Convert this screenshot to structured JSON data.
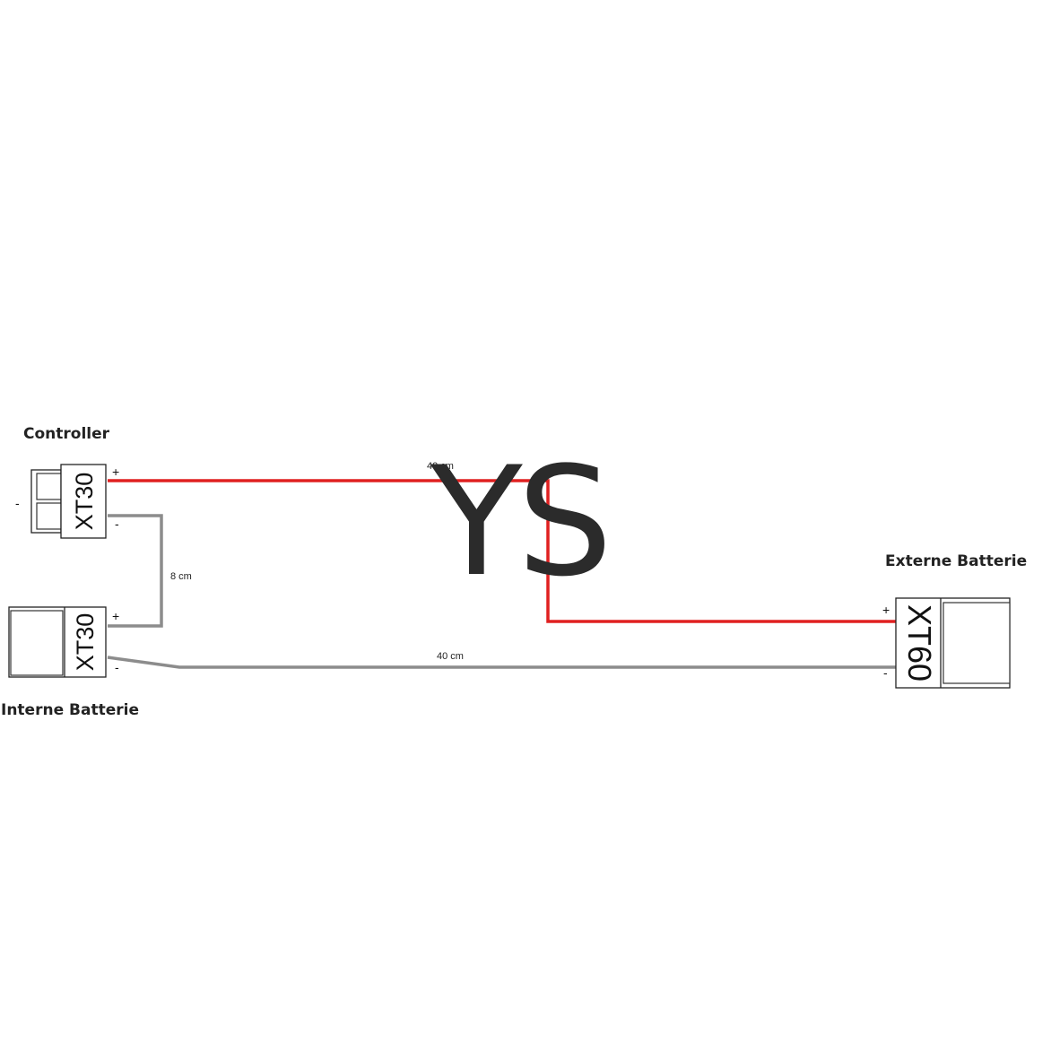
{
  "labels": {
    "controller": "Controller",
    "interne_batterie": "Interne Batterie",
    "externe_batterie": "Externe Batterie"
  },
  "connectors": {
    "controller": "XT30",
    "interne": "XT30",
    "externe": "XT60"
  },
  "polarity": {
    "controller_plus": "+",
    "controller_minus": "-",
    "controller_side": "-",
    "interne_plus": "+",
    "interne_minus": "-",
    "externe_plus": "+",
    "externe_minus": "-"
  },
  "wires": {
    "red_length": "40 cm",
    "short_length": "8 cm",
    "grey_length": "40 cm"
  },
  "watermark": "YS",
  "colors": {
    "positive_wire": "#e02020",
    "negative_wire": "#8c8c8c"
  }
}
